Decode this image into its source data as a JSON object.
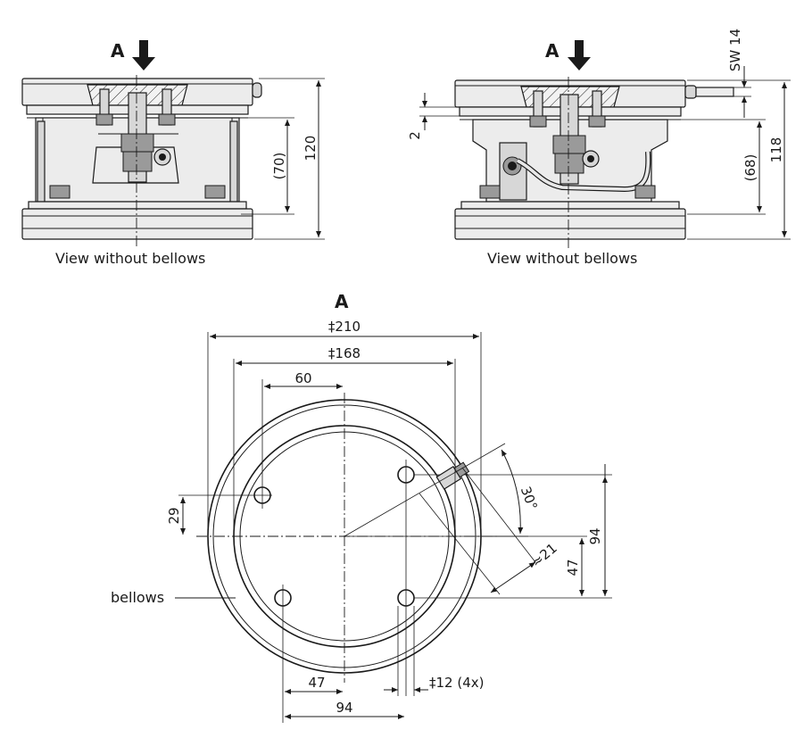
{
  "side_views": {
    "left": {
      "view_letter": "A",
      "caption": "View without bellows",
      "dim_height": "120",
      "dim_inner": "(70)"
    },
    "right": {
      "view_letter": "A",
      "caption": "View without bellows",
      "dim_height": "118",
      "dim_inner": "(68)",
      "dim_gap": "2",
      "dim_wrench": "SW 14"
    }
  },
  "plan_view": {
    "title": "A",
    "dim_outer": "‡210",
    "dim_inner": "‡168",
    "dim_60": "60",
    "dim_29": "29",
    "dim_94_right": "94",
    "dim_47_right": "47",
    "dim_angle": "30°",
    "dim_approx": "≈21",
    "dim_47_bottom": "47",
    "dim_94_bottom": "94",
    "dim_holes": "‡12 (4x)",
    "label_bellows": "bellows"
  }
}
